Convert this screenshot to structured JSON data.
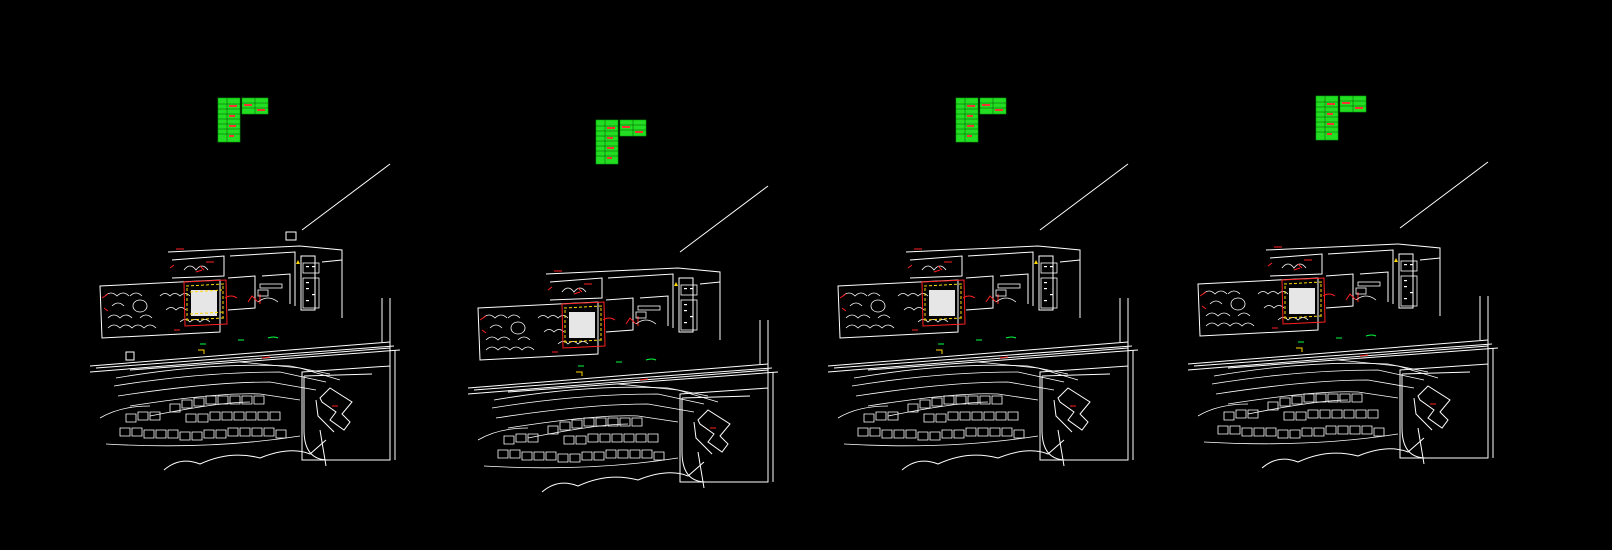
{
  "canvas": {
    "background": "#000000"
  },
  "colors": {
    "linework": "#ffffff",
    "annotation": "#ff2020",
    "highlight": "#ffd800",
    "legend_fill": "#22dd22",
    "legend_rows": "#005500"
  },
  "sheets": [
    {
      "id": "plan-1",
      "legend_style": "tall",
      "block_highlight": "full"
    },
    {
      "id": "plan-2",
      "legend_style": "tall",
      "block_highlight": "partial"
    },
    {
      "id": "plan-3",
      "legend_style": "tall",
      "block_highlight": "partial"
    },
    {
      "id": "plan-4",
      "legend_style": "tall",
      "block_highlight": "partial"
    }
  ]
}
